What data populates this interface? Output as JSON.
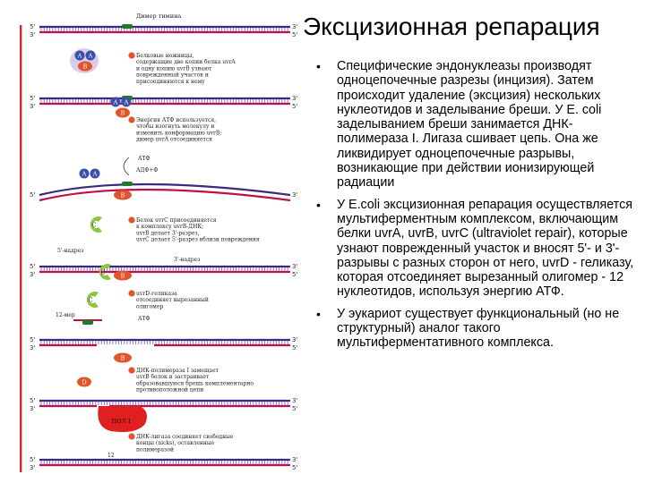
{
  "slide": {
    "title": "Эксцизионная репарация",
    "bullets": [
      "Специфические эндонуклеазы производят одноцепочечные разрезы (инцизия). Затем происходит удаление (эксцизия) нескольких нуклеотидов и заделывание бреши. У E. coli заделыванием бреши занимается ДНК-полимераза I. Лигаза сшивает цепь. Она же ликвидирует одноцепочечные разрывы, возникающие при действии ионизирующей радиации",
      "У E.coli эксцизионная репарация осуществляется мультиферментным комплексом, включающим белки uvrA, uvrB, uvrC (ultraviolet repair), которые узнают поврежденный участок и вносят 5'- и 3'- разрывы с разных сторон от него, uvrD - геликазу, которая отсоединяет вырезанный олигомер - 12 нуклеотидов, используя энергию АТФ.",
      "У эукариот существует функциональный (но не структурный) аналог такого мультиферментативного комплекса."
    ]
  },
  "diagram": {
    "dimer_label": "Димер тимина",
    "strand_end_5": "5'",
    "strand_end_3": "3'",
    "protein_a": "A",
    "protein_b": "B",
    "protein_c": "C",
    "protein_d": "D",
    "pol1": "ПОЛ I",
    "atp": "АТФ",
    "adp": "АДФ+Ф",
    "cut5": "5'-надрез",
    "cut3": "3'-надрез",
    "oligo": "12-мер",
    "twelve": "12",
    "captions": [
      [
        "Белковые ножницы,",
        "содержащие две копии белка uvrA",
        "и одну копию uvrB узнают",
        "поврежденный участок и",
        "присоединяются к нему"
      ],
      [
        "Энергия АТФ используется,",
        "чтобы изогнуть молекулу и",
        "изменить конформацию uvrB;",
        "димер uvrA отсоединяется"
      ],
      [
        "Белок uvrC присоединяется",
        "к комплексу uvrB-ДНК;",
        "uvrB делает 3'-разрез,",
        "uvrC делает 5'-разрез вблизи повреждения"
      ],
      [
        "uvrD-геликаза",
        "отсоединяет вырезанный",
        "олигомер"
      ],
      [
        "ДНК-полимераза I замещает",
        "uvrB белок и застраивает",
        "образовавшуюся брешь комплементарно",
        "противоположной цепи"
      ],
      [
        "ДНК-лигаза соединяет свободные",
        "концы (nicks), оставленные",
        "полимеразой"
      ]
    ]
  },
  "colors": {
    "strand_top": "#3c2a82",
    "strand_bottom": "#c0104a",
    "rung": "#8a6bc0",
    "dimer": "#1f7a2a",
    "protein_a": "#3a4fa8",
    "protein_b": "#e2552a",
    "protein_c": "#8cc63f",
    "pol1": "#e02020",
    "left_bar": "#d62828"
  }
}
